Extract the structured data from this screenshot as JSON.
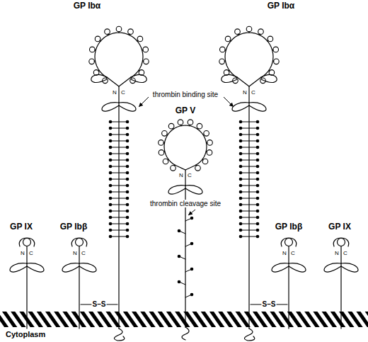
{
  "diagram": {
    "labels": [
      "GP Ibα",
      "GP Ibα",
      "thrombin binding site",
      "GP V",
      "thrombin cleavage site",
      "GP IX",
      "GP Ibβ",
      "GP Ibβ",
      "GP IX",
      "S–S",
      "S–S",
      "Cytoplasm",
      "N",
      "C",
      "N",
      "C",
      "N",
      "C",
      "N",
      "C",
      "N",
      "C",
      "N",
      "C",
      "N",
      "C"
    ]
  }
}
